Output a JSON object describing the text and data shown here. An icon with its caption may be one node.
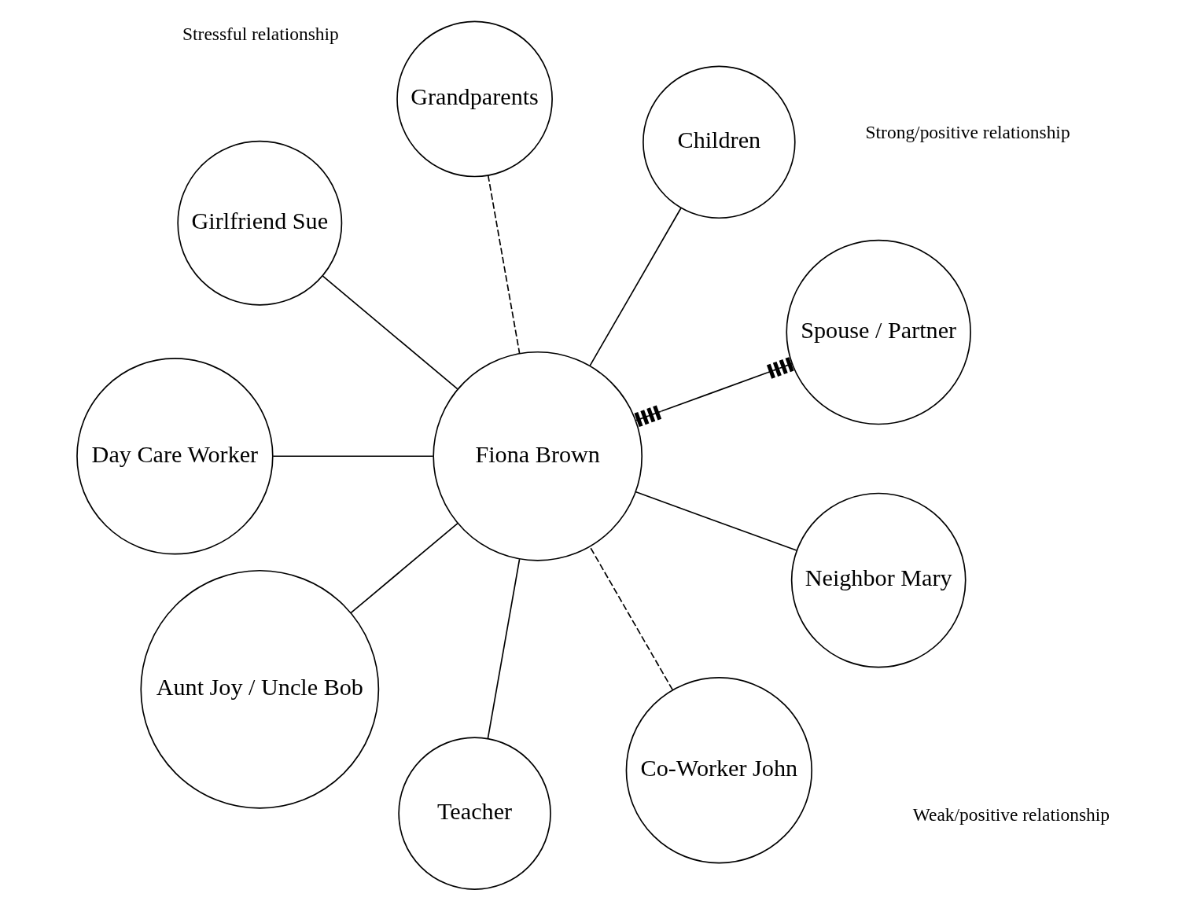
{
  "diagram": {
    "nodes": [
      {
        "text": [
          "Fiona Brown"
        ]
      },
      {
        "text": [
          "Spouse / Partner"
        ]
      },
      {
        "text": [
          "Children"
        ]
      },
      {
        "text": [
          "Grandparents"
        ]
      },
      {
        "text": [
          "Girlfriend Sue"
        ]
      },
      {
        "text": [
          "Day Care Worker"
        ]
      },
      {
        "text": [
          "Aunt Joy / Uncle Bob"
        ]
      },
      {
        "text": [
          "Teacher"
        ]
      },
      {
        "text": [
          "Co-Worker John"
        ]
      },
      {
        "text": [
          "Neighbor Mary"
        ]
      }
    ],
    "edges": [
      {
        "from": 1,
        "to": 0,
        "arrow": "other"
      },
      {
        "from": 2,
        "to": 0,
        "arrow": "none"
      },
      {
        "from": 3,
        "to": 0,
        "arrow": "none",
        "style": "dashed"
      },
      {
        "from": 4,
        "to": 0,
        "arrow": "none"
      },
      {
        "from": 5,
        "to": 0,
        "arrow": "none"
      },
      {
        "from": 6,
        "to": 0,
        "arrow": "none"
      },
      {
        "from": 7,
        "to": 0,
        "arrow": "none"
      },
      {
        "from": 8,
        "to": 0,
        "arrow": "none",
        "style": "dashed"
      },
      {
        "from": 9,
        "to": 0,
        "arrow": "none"
      }
    ],
    "legend": [
      {
        "text": "Strong/positive relationship"
      },
      {
        "text": "Weak/positive relationship"
      },
      {
        "text": "Stressful relationship"
      }
    ]
  }
}
